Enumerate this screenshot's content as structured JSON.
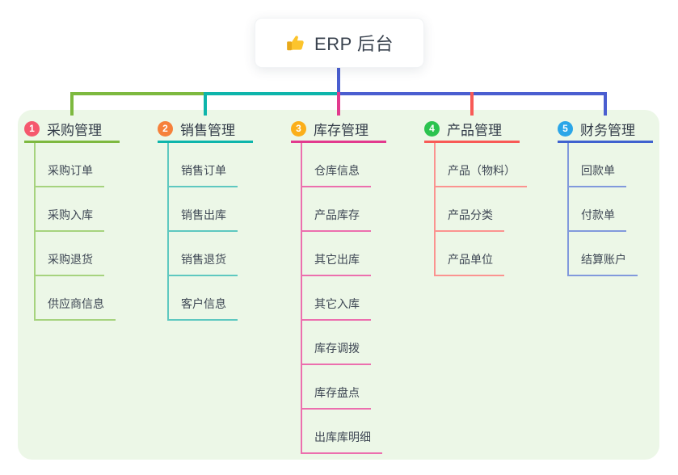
{
  "root": {
    "label": "ERP 后台",
    "icon": "thumbs-up-icon",
    "icon_color": "#fcc42c",
    "connector_color": "#4a5ed0"
  },
  "panel_color": "#ecf7e7",
  "branches": [
    {
      "badge": "1",
      "label": "采购管理",
      "badge_color": "#f5586e",
      "line_color": "#7db93f",
      "child_line_color": "#a6d37e",
      "children": [
        "采购订单",
        "采购入库",
        "采购退货",
        "供应商信息"
      ]
    },
    {
      "badge": "2",
      "label": "销售管理",
      "badge_color": "#f6813b",
      "line_color": "#0db5ab",
      "child_line_color": "#5ec8c0",
      "children": [
        "销售订单",
        "销售出库",
        "销售退货",
        "客户信息"
      ]
    },
    {
      "badge": "3",
      "label": "库存管理",
      "badge_color": "#fbaf1a",
      "line_color": "#e23a8e",
      "child_line_color": "#ec6fae",
      "children": [
        "仓库信息",
        "产品库存",
        "其它出库",
        "其它入库",
        "库存调拨",
        "库存盘点",
        "出库库明细"
      ]
    },
    {
      "badge": "4",
      "label": "产品管理",
      "badge_color": "#2bc34f",
      "line_color": "#f85a56",
      "child_line_color": "#fb9390",
      "children": [
        "产品（物料）",
        "产品分类",
        "产品单位"
      ]
    },
    {
      "badge": "5",
      "label": "财务管理",
      "badge_color": "#2ba6e8",
      "line_color": "#3f62cf",
      "child_line_color": "#8199dc",
      "children": [
        "回款单",
        "付款单",
        "结算账户"
      ]
    }
  ]
}
